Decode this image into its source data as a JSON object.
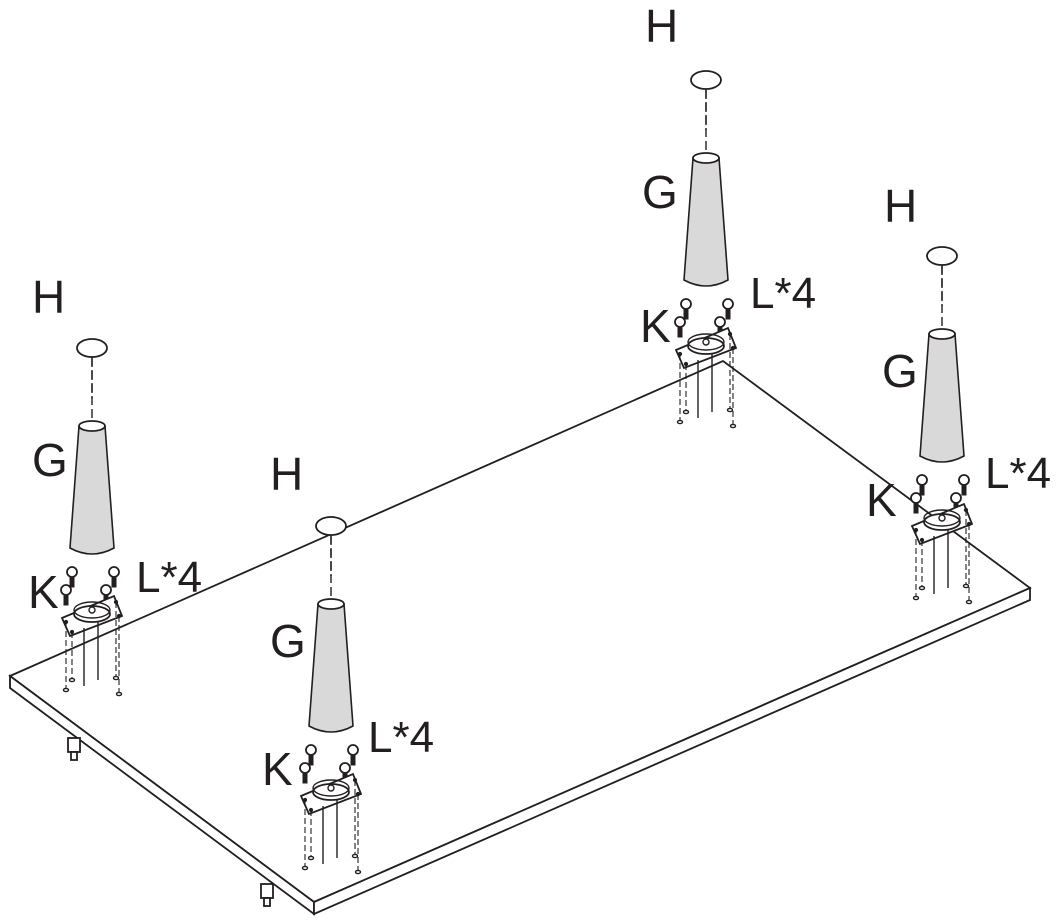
{
  "labels": {
    "cap": "H",
    "leg": "G",
    "plate": "K",
    "screws": "L*4"
  },
  "colors": {
    "ink": "#231f20",
    "leg_fill": "#d9d9d9",
    "background": "#ffffff"
  },
  "parts": {
    "count_legs": 4,
    "screws_per_plate": 4
  }
}
